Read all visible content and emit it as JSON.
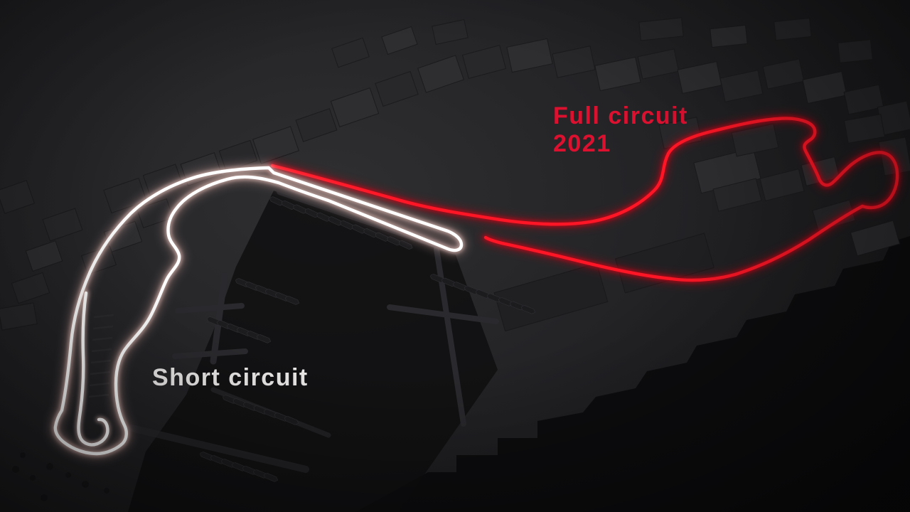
{
  "tracks": [
    {
      "id": "full-circuit",
      "label": "Full circuit",
      "year": "2021",
      "color": "#e10e27"
    },
    {
      "id": "short-circuit",
      "label": "Short circuit",
      "year": "",
      "color": "#ffffff"
    }
  ],
  "colors": {
    "full_core": "#ff1626",
    "full_glow": "#d80016",
    "short_core": "#ffffff",
    "short_glow": "#e7b3aa",
    "label_red": "#dc1130",
    "label_white": "#eeebeb",
    "sea": "#0c0c0e",
    "harbor": "#0f0f11",
    "building": "#28282b",
    "building_light": "#2e2e31",
    "pier": "#2a2a2e"
  }
}
